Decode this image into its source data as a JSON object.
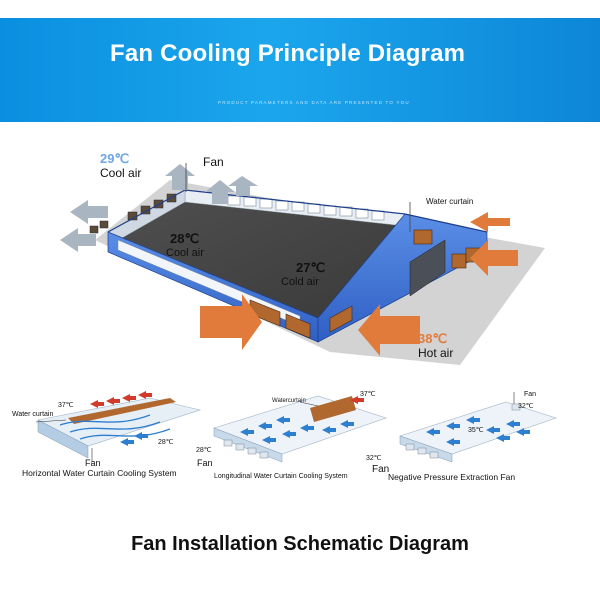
{
  "header": {
    "title": "Fan Cooling Principle Diagram",
    "subtitle": "PRODUCT PARAMETERS AND DATA ARE PRESENTED TO YOU"
  },
  "main_diagram": {
    "cool_temp": "29℃",
    "cool_label": "Cool air",
    "fan_label": "Fan",
    "water_curtain_label": "Water curtain",
    "inside_temp_1": "28℃",
    "inside_label_1": "Cool air",
    "inside_temp_2": "27℃",
    "inside_label_2": "Cold air",
    "hot_temp": "38℃",
    "hot_label": "Hot air"
  },
  "schematics": [
    {
      "caption": "Horizontal Water Curtain Cooling System",
      "water_curtain": "Water curtain",
      "fan": "Fan",
      "temp_in": "37℃",
      "temp_out": "28℃"
    },
    {
      "caption": "Longitudinal Water Curtain Cooling System",
      "water_curtain": "Watercurtain",
      "fan": "Fan",
      "temp_in": "37℃",
      "temp_out": "28℃"
    },
    {
      "caption": "Negative Pressure Extraction Fan",
      "fan_top": "Fan",
      "fan": "Fan",
      "temp_top": "32℃",
      "temp_mid": "35℃",
      "temp_out": "32℃"
    }
  ],
  "footer": {
    "title": "Fan Installation Schematic Diagram"
  },
  "colors": {
    "banner": "#1ba6ec",
    "arrow_hot": "#e07b3c",
    "arrow_cool": "#9aa7b2",
    "wall_blue": "#3f6fd1"
  }
}
